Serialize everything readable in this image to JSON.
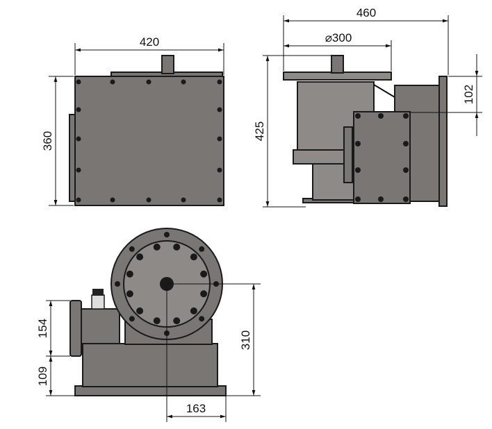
{
  "drawing": {
    "top_view": {
      "width_label": "420",
      "height_label": "360"
    },
    "side_view": {
      "length_label": "460",
      "diameter_label": "⌀300",
      "height_label": "425",
      "offset_label": "102"
    },
    "front_view": {
      "flange_height_label": "154",
      "base_height_label": "109",
      "axis_height_label": "310",
      "half_width_label": "163"
    },
    "colors": {
      "body": "#7a7674",
      "outline": "#1a1a1a"
    }
  }
}
